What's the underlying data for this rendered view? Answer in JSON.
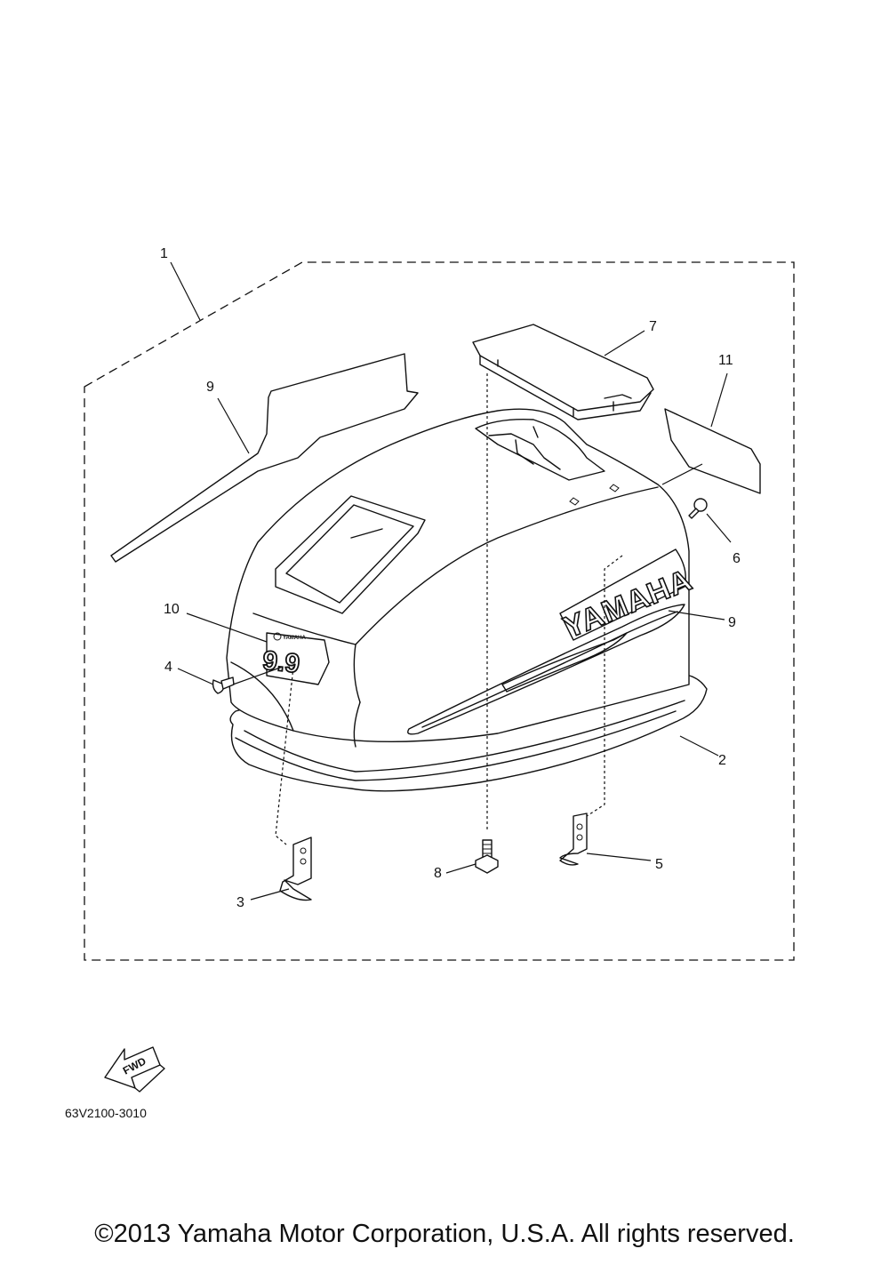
{
  "callouts": [
    {
      "id": "c1",
      "label": "1"
    },
    {
      "id": "c2",
      "label": "2"
    },
    {
      "id": "c3",
      "label": "3"
    },
    {
      "id": "c4",
      "label": "4"
    },
    {
      "id": "c5",
      "label": "5"
    },
    {
      "id": "c6",
      "label": "6"
    },
    {
      "id": "c7",
      "label": "7"
    },
    {
      "id": "c8",
      "label": "8"
    },
    {
      "id": "c9a",
      "label": "9"
    },
    {
      "id": "c9b",
      "label": "9"
    },
    {
      "id": "c10",
      "label": "10"
    },
    {
      "id": "c11",
      "label": "11"
    }
  ],
  "cowl_brand": "YAMAHA",
  "badge_brand": "YAMAHA",
  "badge_model": "9.9",
  "fwd_label": "FWD",
  "diagram_code": "63V2100-3010",
  "copyright": "©2013 Yamaha Motor Corporation, U.S.A. All rights reserved.",
  "icons": {
    "fwd_arrow": "fwd-arrow-icon",
    "yamaha_emblem": "tuning-fork-emblem-icon"
  }
}
